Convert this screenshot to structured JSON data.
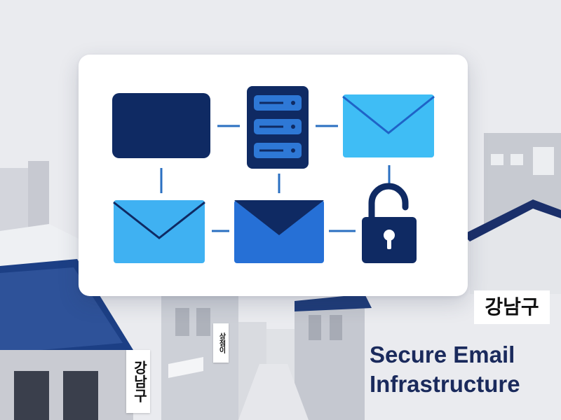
{
  "diagram": {
    "nodes": [
      {
        "name": "dark-mailbox",
        "icon": "rectangle-icon",
        "color": "#0f2a63"
      },
      {
        "name": "server",
        "icon": "server-icon",
        "color": "#0f2a63"
      },
      {
        "name": "envelope-top-right",
        "icon": "envelope-icon",
        "color": "#3fbdf5"
      },
      {
        "name": "envelope-bottom-left",
        "icon": "envelope-icon",
        "color": "#3fb1f2"
      },
      {
        "name": "envelope-bottom-middle",
        "icon": "envelope-icon",
        "color": "#2670d6"
      },
      {
        "name": "padlock",
        "icon": "unlocked-padlock-icon",
        "color": "#0f2a63"
      }
    ],
    "connector_color": "#2a6fc1"
  },
  "signs": {
    "district_right": "강남구",
    "district_left": "강남구",
    "small_sign": "상점이"
  },
  "headline": {
    "line1": "Secure Email",
    "line2": "Infrastructure"
  },
  "colors": {
    "navy": "#0f2a63",
    "headline": "#1a2a5c",
    "background": "#e9eaee"
  }
}
